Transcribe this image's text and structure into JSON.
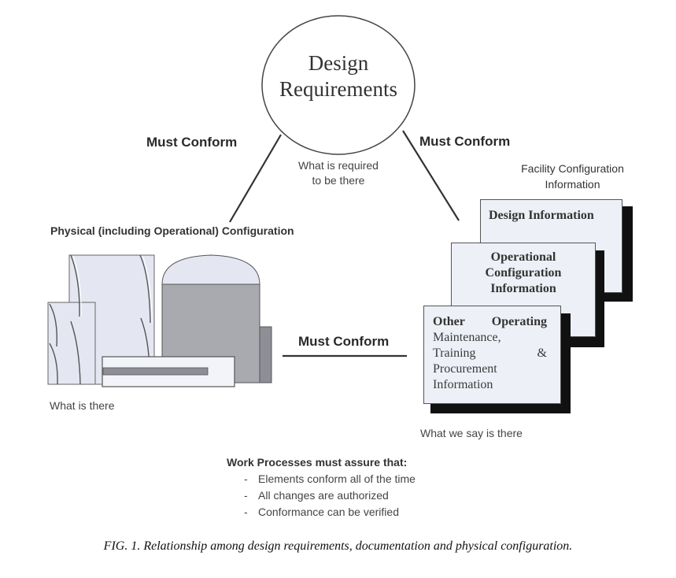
{
  "design_requirements": {
    "title_line1": "Design",
    "title_line2": "Requirements",
    "caption_line1": "What is required",
    "caption_line2": "to be there"
  },
  "connectors": {
    "left_label": "Must Conform",
    "right_label": "Must Conform",
    "bottom_label": "Must Conform"
  },
  "physical": {
    "title": "Physical (including Operational) Configuration",
    "caption": "What is there"
  },
  "facility": {
    "title_line1": "Facility Configuration",
    "title_line2": "Information",
    "cards": [
      {
        "lines": [
          "Design Information"
        ]
      },
      {
        "lines": [
          "Operational",
          "Configuration",
          "Information"
        ]
      },
      {
        "first_left": "Other",
        "first_right": "Operating",
        "line2": "Maintenance,",
        "line3_left": "Training",
        "line3_right": "&",
        "line4": "Procurement",
        "line5": "Information"
      }
    ],
    "caption": "What we say is there"
  },
  "work_processes": {
    "heading": "Work Processes must assure that:",
    "items": [
      "Elements conform all of the time",
      "All changes are authorized",
      "Conformance can be verified"
    ],
    "bullet": "-"
  },
  "caption": "FIG. 1. Relationship among design requirements, documentation and physical configuration.",
  "colors": {
    "building_light": "#e4e7f1",
    "building_mid": "#a9a9b0",
    "building_dark": "#8e8e96",
    "card_fill": "#edf0f6",
    "shadow": "#111111"
  }
}
